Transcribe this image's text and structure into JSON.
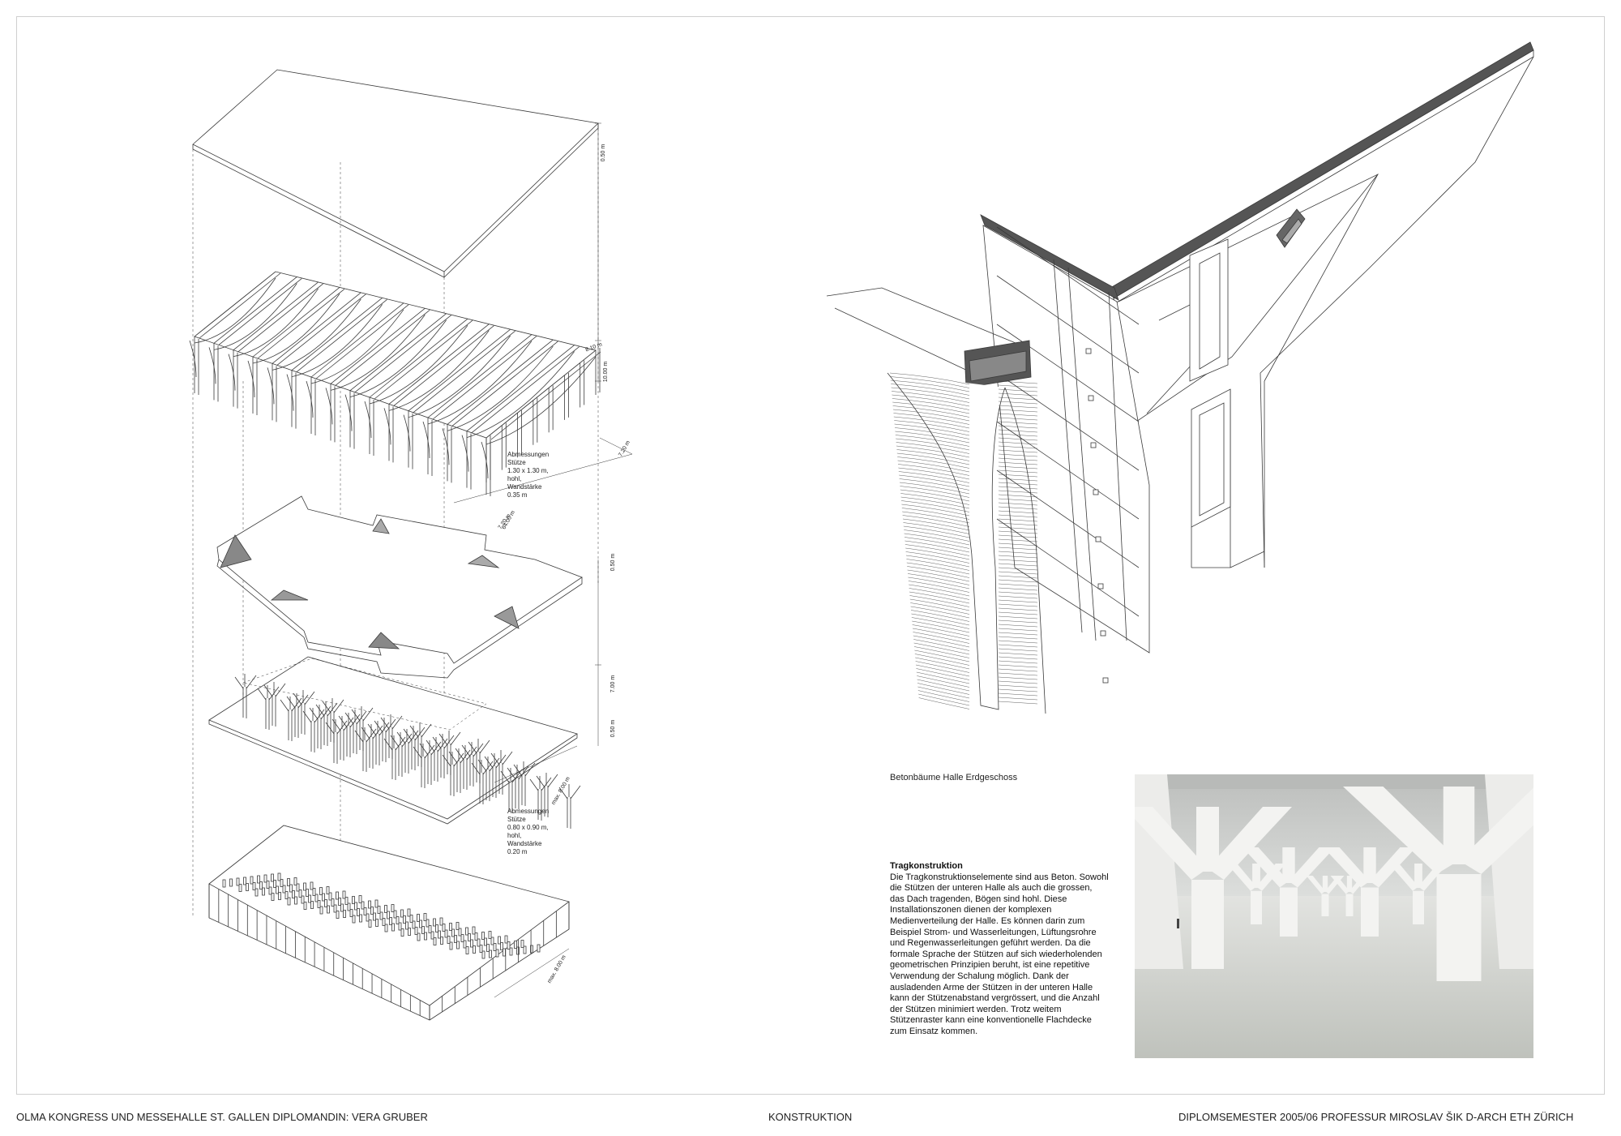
{
  "axon_labels": {
    "roof_thickness": "0.50 m",
    "truss_top": "8.10 m",
    "truss_height": "10.00 m",
    "truss_side_dim": "7.20 m",
    "truss_front_dim": "7.20 m",
    "hall_length": "64.00 m",
    "upper_columns_note": [
      "Abmessungen",
      "Stütze",
      "1.30 x 1.30 m,",
      "hohl,",
      "Wandstärke",
      "0.35 m"
    ],
    "slab_thickness": "0.50 m",
    "lower_column_height": "7.00 m",
    "base_slab_thickness": "0.50 m",
    "lower_spacing": "max. 8.00 m",
    "lower_columns_note": [
      "Abmessungen",
      "Stütze",
      "0.80 x 0.90 m,",
      "hohl,",
      "Wandstärke",
      "0.20 m"
    ],
    "foundation_spacing": "max. 8.00 m"
  },
  "caption": "Betonbäume Halle Erdgeschoss",
  "text": {
    "heading": "Tragkonstruktion",
    "body": "Die Tragkonstruktionselemente sind aus Beton. Sowohl die Stützen der unteren Halle als auch die grossen, das Dach tragenden, Bögen sind hohl. Diese Installationszonen dienen der komplexen Medienverteilung der Halle. Es können darin zum Beispiel Strom- und Wasserleitungen, Lüftungsrohre und Regenwasserleitungen geführt werden. Da die formale Sprache der Stützen auf sich wiederholenden geometrischen Prinzipien beruht, ist eine repetitive Verwendung der Schalung möglich. Dank der ausladenden Arme der Stützen in der unteren Halle kann der Stützenabstand vergrössert, und die Anzahl der Stützen minimiert werden. Trotz weitem Stützenraster kann eine konventionelle Flachdecke zum Einsatz kommen."
  },
  "footer": {
    "left": "OLMA KONGRESS UND MESSEHALLE   ST. GALLEN      DIPLOMANDIN:  VERA GRUBER",
    "center": "KONSTRUKTION",
    "right": "DIPLOMSEMESTER 2005/06   PROFESSUR MIROSLAV ŠIK   D-ARCH ETH ZÜRICH"
  },
  "colors": {
    "line": "#3a3a3a",
    "render_bg": "#d4d6d4",
    "concrete": "#f1f1ef",
    "floor": "#cfd1cc"
  }
}
